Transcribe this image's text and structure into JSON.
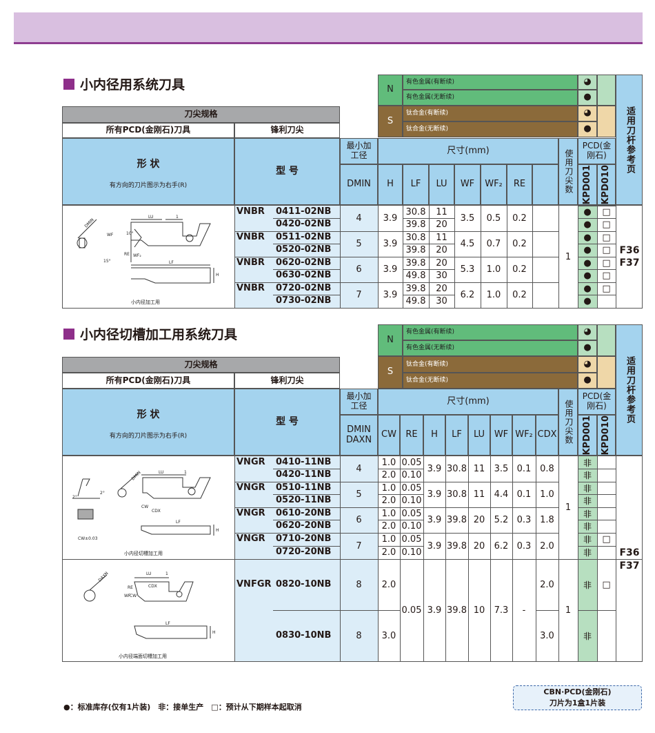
{
  "sec1": {
    "title": "小内径用系统刀具",
    "spec": "刀尖规格",
    "pcd_tools": "所有PCD(金刚石)刀具",
    "sharp": "锋利刀尖",
    "shape": "形 状",
    "shape_note": "有方向的刀片图示为右手(R)",
    "type": "型 号",
    "min_dia": "最小加工径",
    "dims": "尺寸(mm)",
    "use_tips": "使用刀尖数",
    "pcd": "PCD(金刚石)",
    "grade1": "KPD001",
    "grade2": "KPD010",
    "ref": "适用刀杆参考页",
    "pages": [
      "F36",
      "F37"
    ],
    "drawing_caption": "小内径加工用",
    "mat": [
      {
        "group": "N",
        "name": "有色金属(有断续)",
        "kpd001": "◕"
      },
      {
        "group": "",
        "name": "有色金属(无断续)",
        "kpd001": "●"
      },
      {
        "group": "S",
        "name": "钛合金(有断续)",
        "kpd001": "◕"
      },
      {
        "group": "",
        "name": "钛合金(无断续)",
        "kpd001": "●"
      }
    ],
    "cols": [
      "DMIN",
      "H",
      "LF",
      "LU",
      "WF",
      "WF₂",
      "RE"
    ],
    "groups": [
      {
        "series": "VNBR",
        "models": [
          "0411-02NB",
          "0420-02NB"
        ],
        "dmin": "4",
        "h": "3.9",
        "lf": [
          "30.8",
          "39.8"
        ],
        "lu": [
          "11",
          "20"
        ],
        "wf": "3.5",
        "wf2": "0.5",
        "re": "0.2"
      },
      {
        "series": "VNBR",
        "models": [
          "0511-02NB",
          "0520-02NB"
        ],
        "dmin": "5",
        "h": "3.9",
        "lf": [
          "30.8",
          "39.8"
        ],
        "lu": [
          "11",
          "20"
        ],
        "wf": "4.5",
        "wf2": "0.7",
        "re": "0.2"
      },
      {
        "series": "VNBR",
        "models": [
          "0620-02NB",
          "0630-02NB"
        ],
        "dmin": "6",
        "h": "3.9",
        "lf": [
          "39.8",
          "49.8"
        ],
        "lu": [
          "20",
          "30"
        ],
        "wf": "5.3",
        "wf2": "1.0",
        "re": "0.2"
      },
      {
        "series": "VNBR",
        "models": [
          "0720-02NB",
          "0730-02NB"
        ],
        "dmin": "7",
        "h": "3.9",
        "lf": [
          "39.8",
          "49.8"
        ],
        "lu": [
          "20",
          "30"
        ],
        "wf": "6.2",
        "wf2": "1.0",
        "re": "0.2"
      }
    ],
    "tips": "1",
    "k1": [
      "●",
      "●",
      "●",
      "●",
      "●",
      "●",
      "●",
      "●"
    ],
    "k2": [
      "□",
      "□",
      "□",
      "□",
      "□",
      "□",
      "□",
      ""
    ]
  },
  "sec2": {
    "title": "小内径切槽加工用系统刀具",
    "min_dia": "最小加工径",
    "dmin_daxn": "DMIN DAXN",
    "cols": [
      "CW",
      "RE",
      "H",
      "LF",
      "LU",
      "WF",
      "WF₂",
      "CDX"
    ],
    "drawing_caption1": "小内径切槽加工用",
    "drawing_caption2": "小内径端面切槽加工用",
    "groups": [
      {
        "series": "VNGR",
        "models": [
          "0410-11NB",
          "0420-11NB"
        ],
        "dmin": "4",
        "cw": [
          "1.0",
          "2.0"
        ],
        "re": [
          "0.05",
          "0.10"
        ],
        "h": "3.9",
        "lf": "30.8",
        "lu": "11",
        "wf": "3.5",
        "wf2": "0.1",
        "cdx": "0.8"
      },
      {
        "series": "VNGR",
        "models": [
          "0510-11NB",
          "0520-11NB"
        ],
        "dmin": "5",
        "cw": [
          "1.0",
          "2.0"
        ],
        "re": [
          "0.05",
          "0.10"
        ],
        "h": "3.9",
        "lf": "30.8",
        "lu": "11",
        "wf": "4.4",
        "wf2": "0.1",
        "cdx": "1.0"
      },
      {
        "series": "VNGR",
        "models": [
          "0610-20NB",
          "0620-20NB"
        ],
        "dmin": "6",
        "cw": [
          "1.0",
          "2.0"
        ],
        "re": [
          "0.05",
          "0.10"
        ],
        "h": "3.9",
        "lf": "39.8",
        "lu": "20",
        "wf": "5.2",
        "wf2": "0.3",
        "cdx": "1.8"
      },
      {
        "series": "VNGR",
        "models": [
          "0710-20NB",
          "0720-20NB"
        ],
        "dmin": "7",
        "cw": [
          "1.0",
          "2.0"
        ],
        "re": [
          "0.05",
          "0.10"
        ],
        "h": "3.9",
        "lf": "39.8",
        "lu": "20",
        "wf": "6.2",
        "wf2": "0.3",
        "cdx": "2.0"
      }
    ],
    "vnfgr": {
      "series": "VNFGR",
      "models": [
        "0820-10NB",
        "0830-10NB"
      ],
      "daxn": [
        "8",
        "8"
      ],
      "cw": [
        "2.0",
        "3.0"
      ],
      "re": "0.05",
      "h": "3.9",
      "lf": "39.8",
      "lu": "10",
      "wf": "7.3",
      "wf2": "-",
      "cdx": [
        "2.0",
        "3.0"
      ],
      "tips": "1"
    },
    "k1_mark": "非",
    "k2_mark": "□"
  },
  "legend": "●：标准库存(仅有1片装)　非：接单生产　□：预计从下期样本起取消",
  "cbn": [
    "CBN·PCD(金刚石)",
    "刀片为1盒1片装"
  ]
}
